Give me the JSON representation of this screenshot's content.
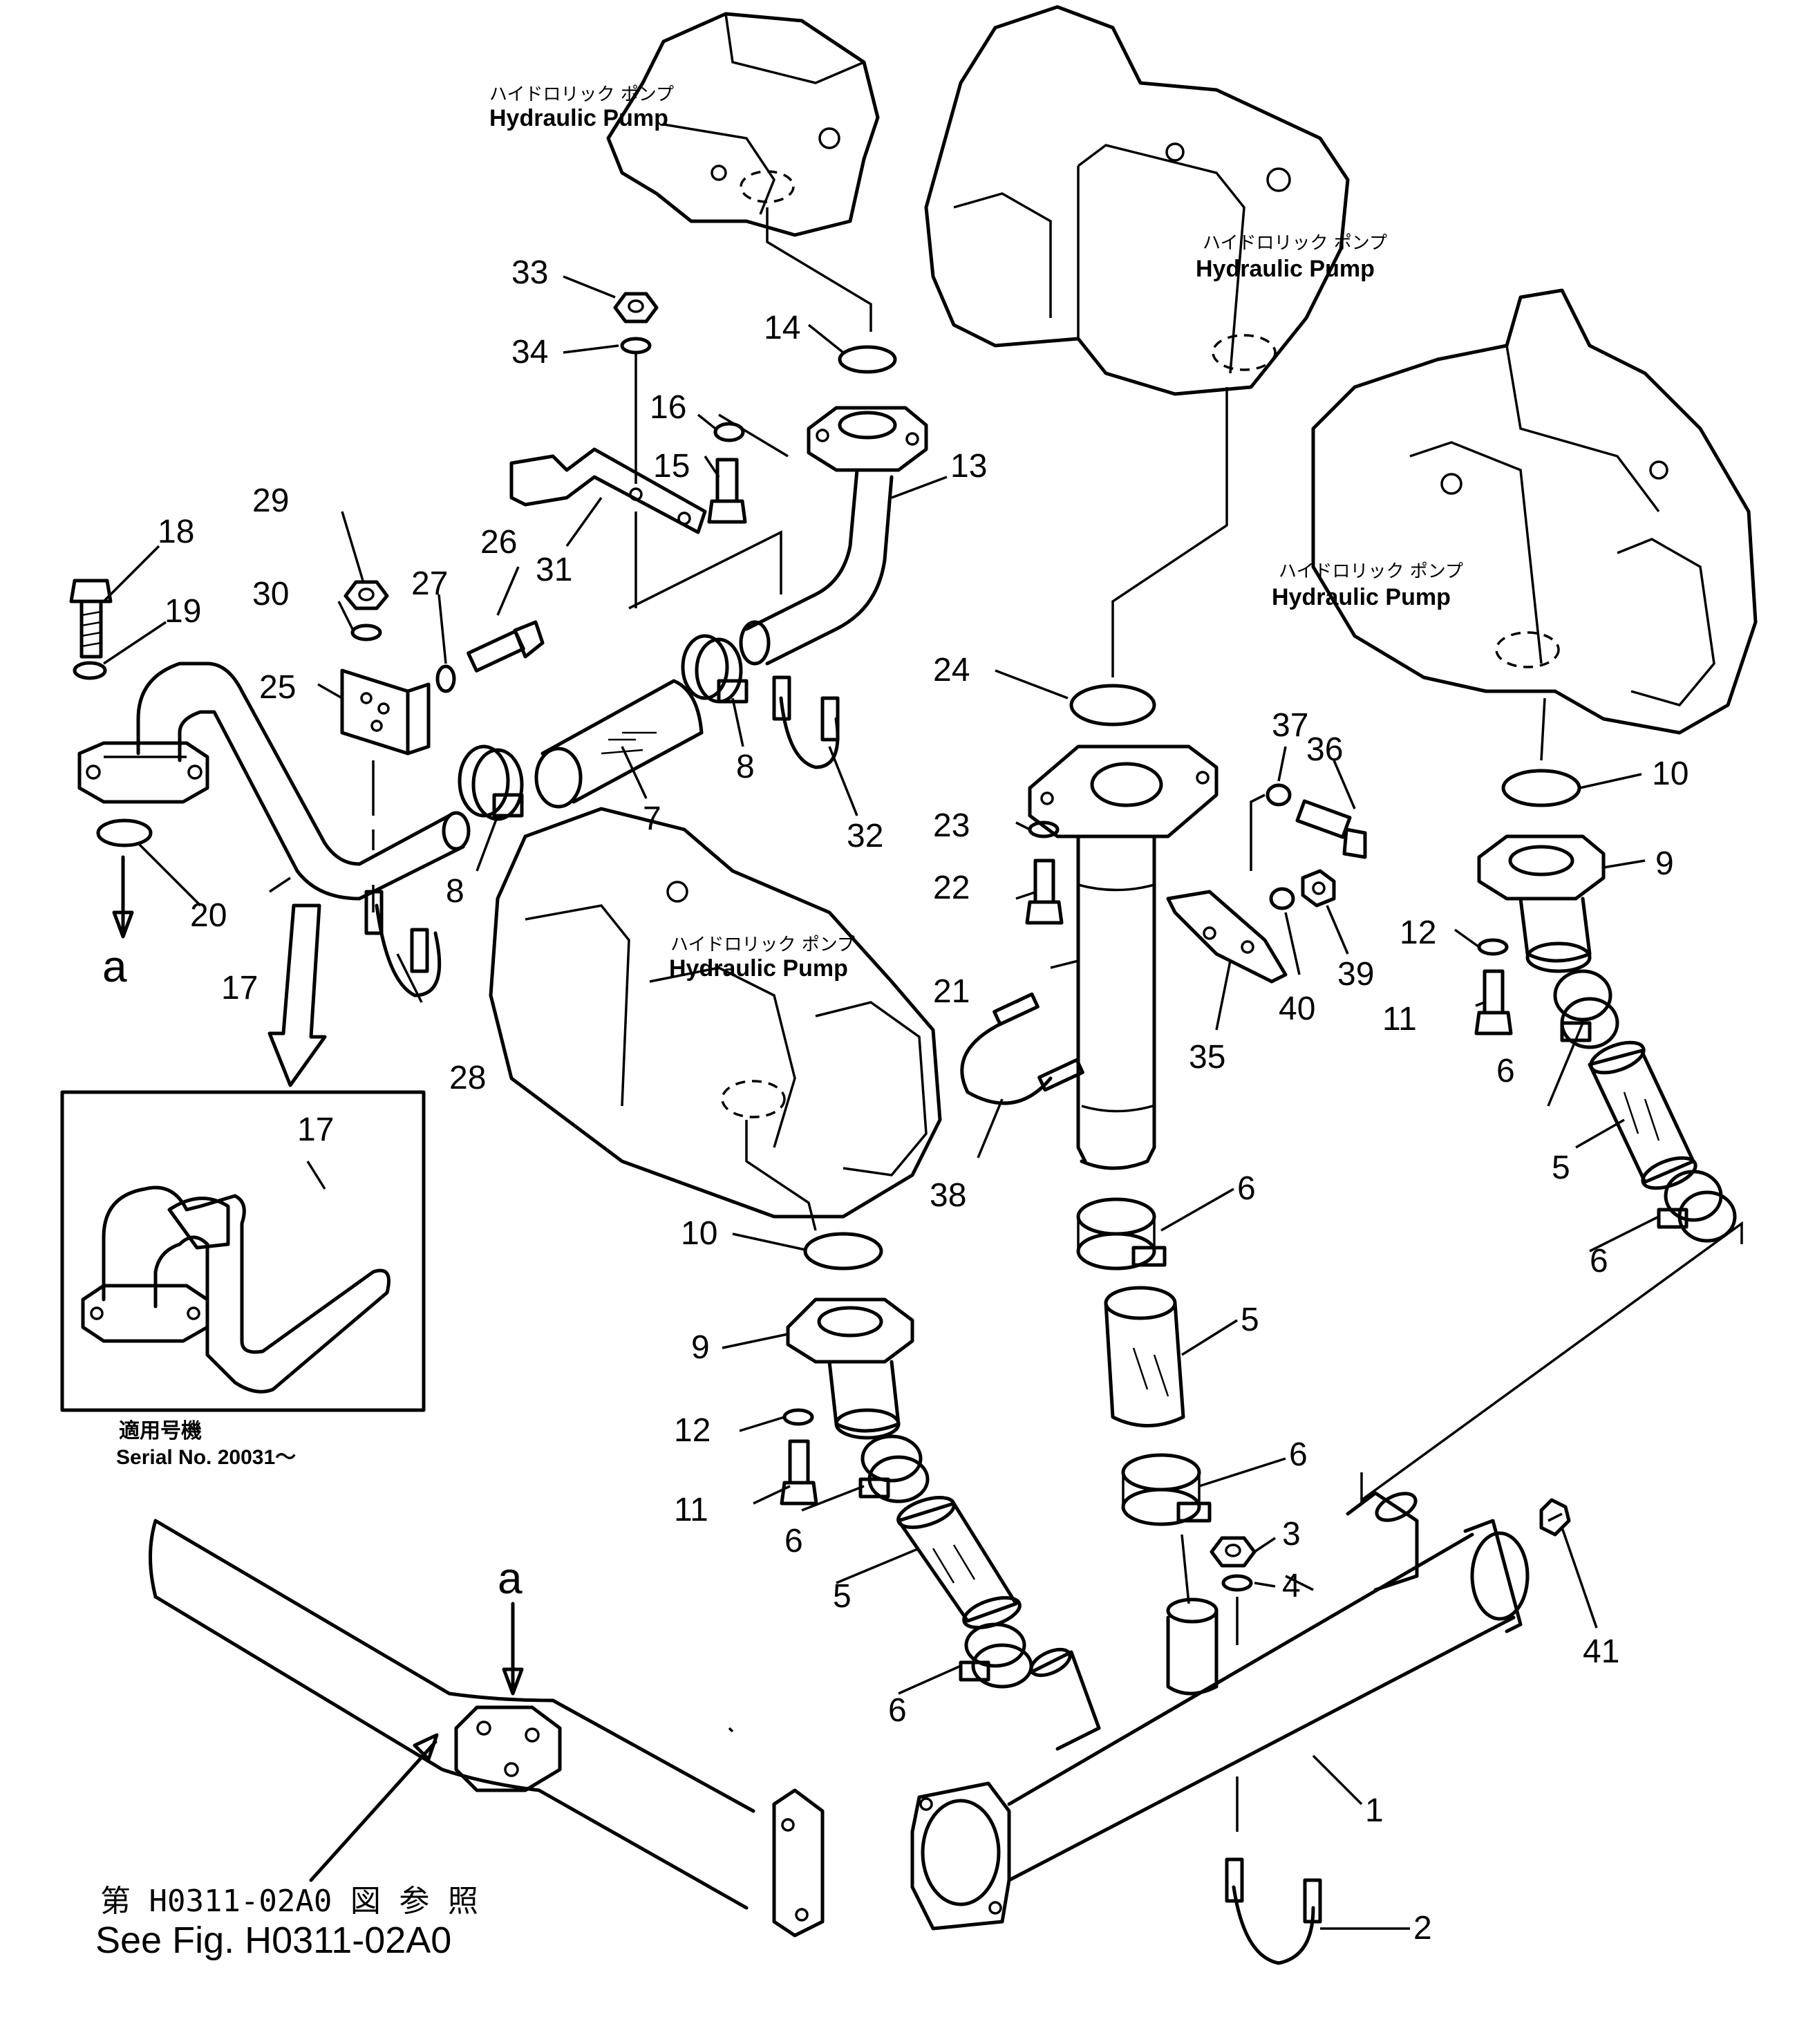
{
  "pump_labels": [
    {
      "jp": "ハイドロリック ポンプ",
      "en": "Hydraulic Pump"
    },
    {
      "jp": "ハイドロリック ポンプ",
      "en": "Hydraulic Pump"
    },
    {
      "jp": "ハイドロリック ポンプ",
      "en": "Hydraulic Pump"
    },
    {
      "jp": "ハイドロリック ポンプ",
      "en": "Hydraulic Pump"
    }
  ],
  "callouts": [
    {
      "n": "1"
    },
    {
      "n": "2"
    },
    {
      "n": "3"
    },
    {
      "n": "4"
    },
    {
      "n": "5"
    },
    {
      "n": "5"
    },
    {
      "n": "5"
    },
    {
      "n": "6"
    },
    {
      "n": "6"
    },
    {
      "n": "6"
    },
    {
      "n": "6"
    },
    {
      "n": "6"
    },
    {
      "n": "6"
    },
    {
      "n": "7"
    },
    {
      "n": "8"
    },
    {
      "n": "8"
    },
    {
      "n": "9"
    },
    {
      "n": "9"
    },
    {
      "n": "10"
    },
    {
      "n": "10"
    },
    {
      "n": "11"
    },
    {
      "n": "11"
    },
    {
      "n": "12"
    },
    {
      "n": "12"
    },
    {
      "n": "13"
    },
    {
      "n": "14"
    },
    {
      "n": "15"
    },
    {
      "n": "16"
    },
    {
      "n": "17"
    },
    {
      "n": "17"
    },
    {
      "n": "18"
    },
    {
      "n": "19"
    },
    {
      "n": "20"
    },
    {
      "n": "21"
    },
    {
      "n": "22"
    },
    {
      "n": "23"
    },
    {
      "n": "24"
    },
    {
      "n": "25"
    },
    {
      "n": "26"
    },
    {
      "n": "27"
    },
    {
      "n": "28"
    },
    {
      "n": "29"
    },
    {
      "n": "30"
    },
    {
      "n": "31"
    },
    {
      "n": "32"
    },
    {
      "n": "33"
    },
    {
      "n": "34"
    },
    {
      "n": "35"
    },
    {
      "n": "36"
    },
    {
      "n": "37"
    },
    {
      "n": "38"
    },
    {
      "n": "39"
    },
    {
      "n": "40"
    },
    {
      "n": "41"
    }
  ],
  "view_markers": {
    "start": "a",
    "end": "a"
  },
  "inset": {
    "serial_jp": "適用号機",
    "serial_en": "Serial  No.  20031～"
  },
  "reference": {
    "jp": "第 H0311-02A0 図 参 照",
    "en": "See Fig.  H0311-02A0"
  }
}
